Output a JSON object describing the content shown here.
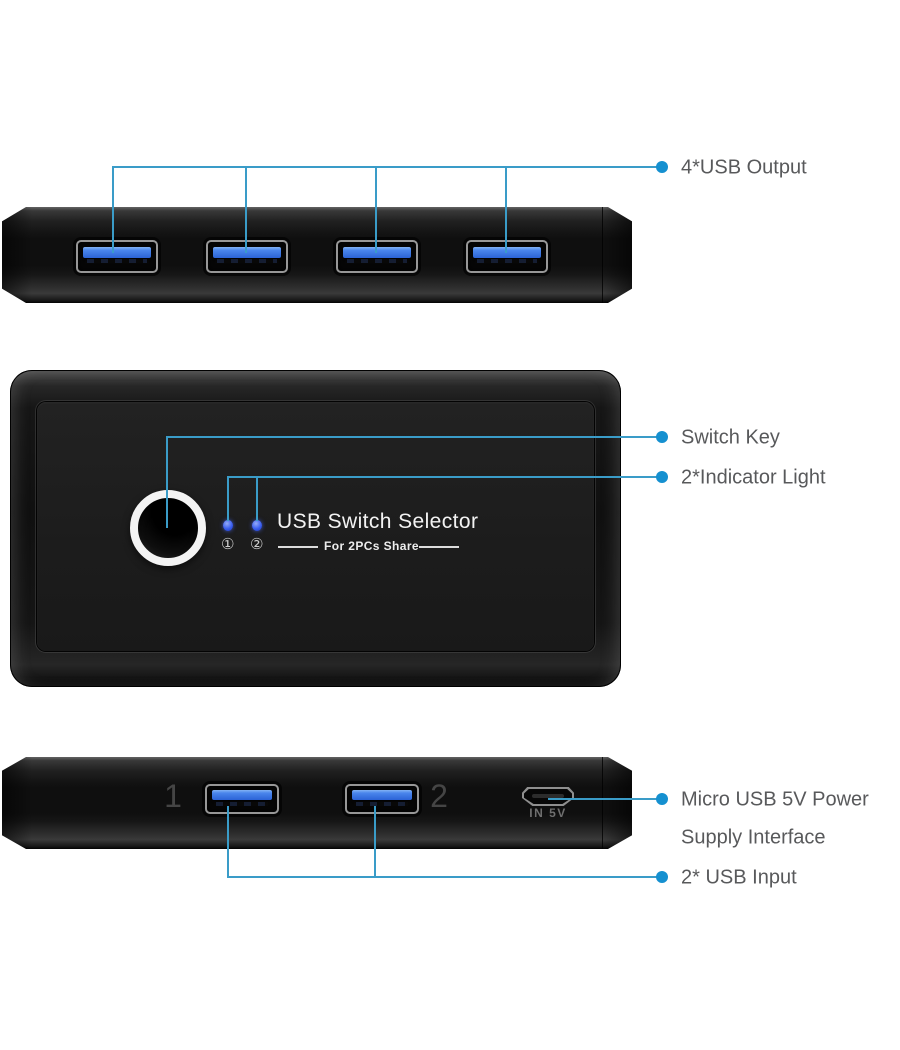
{
  "page": {
    "background": "#ffffff",
    "type": "product-annotation-diagram"
  },
  "colors": {
    "callout_line": "#3a9cc8",
    "callout_dot": "#1590d0",
    "label_text": "#58595b",
    "device_body": "#101010",
    "usb_tongue_blue": "#3a78e8",
    "led_blue": "#3a5ef0",
    "panel_text": "#f3f3f3"
  },
  "callouts": {
    "usb_output": {
      "label": "4*USB Output"
    },
    "switch_key": {
      "label": "Switch Key"
    },
    "indicator_light": {
      "label": "2*Indicator Light"
    },
    "power_supply": {
      "label_line1": "Micro USB 5V Power",
      "label_line2": "Supply Interface"
    },
    "usb_input": {
      "label": "2* USB Input"
    }
  },
  "devices": {
    "output_edge": {
      "port_count": 4
    },
    "top_face": {
      "title": "USB Switch Selector",
      "subtitle": "For 2PCs Share",
      "led1_mark": "①",
      "led2_mark": "②"
    },
    "input_edge": {
      "port1_label": "1",
      "port2_label": "2",
      "power_port_label": "IN 5V"
    }
  }
}
